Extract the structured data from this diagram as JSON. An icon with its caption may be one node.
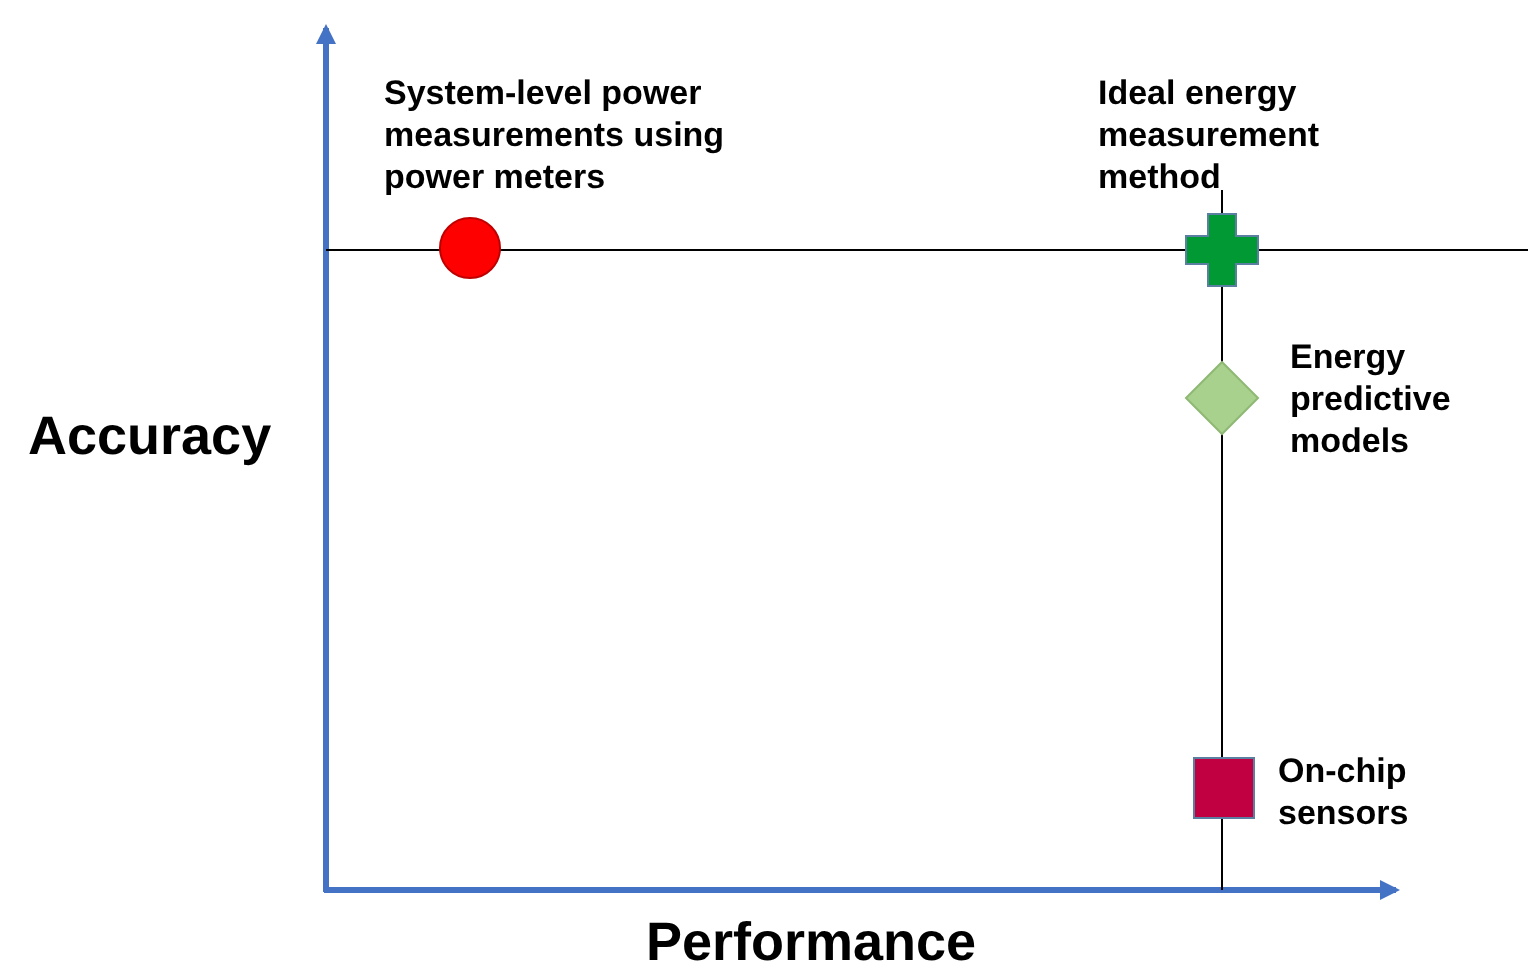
{
  "diagram": {
    "nodes": [
      {
        "text": [],
        "shape": "circle",
        "beside": [
          "System-level power measurements using power meters"
        ]
      },
      {
        "text": [],
        "shape": "cross",
        "beside": [
          "Ideal energy measurement method"
        ]
      },
      {
        "text": [],
        "shape": "diamond",
        "beside": [
          "Energy predictive models"
        ]
      },
      {
        "text": [],
        "shape": "box",
        "beside": [
          "On-chip sensors"
        ]
      }
    ],
    "edges": [],
    "labels": [
      "Accuracy",
      "Performance"
    ]
  }
}
